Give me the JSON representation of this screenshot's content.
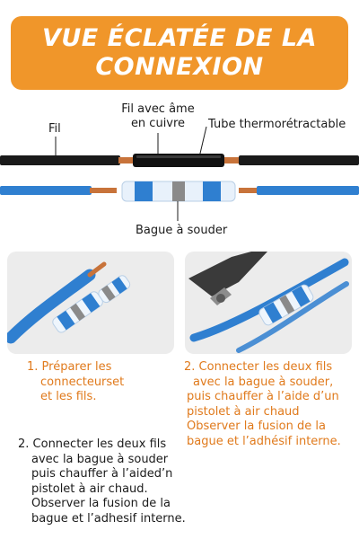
{
  "banner": {
    "line1": "VUE ÉCLATÉE DE LA",
    "line2": "CONNEXION",
    "color": "#f0962a"
  },
  "diagram": {
    "label_wire": "Fil",
    "label_copper_line1": "Fil avec âme",
    "label_copper_line2": "en cuivre",
    "label_tube": "Tube thermorétractable",
    "label_ring": "Bague à souder"
  },
  "colors": {
    "black_wire": "#1a1a1a",
    "blue_wire": "#2f7fd0",
    "copper": "#c8733a",
    "step_orange": "#e07a1c"
  },
  "steps": {
    "left_orange": [
      "1. Préparer les",
      "connecteurset",
      "et les fils."
    ],
    "right_orange": [
      "2. Connecter les deux fils",
      "avec la bague à souder,",
      "puis chauffer à l’aide d’un",
      "pistolet à air chaud",
      "Observer la fusion de la",
      "bague et l’adhésif interne."
    ],
    "left_dark": [
      "2. Connecter les deux fils",
      "avec la bague à souder",
      "puis chauffer à l’aided’n",
      "pistolet à air chaud.",
      "Observer la fusion de la",
      "bague et l’adhesif interne."
    ]
  }
}
